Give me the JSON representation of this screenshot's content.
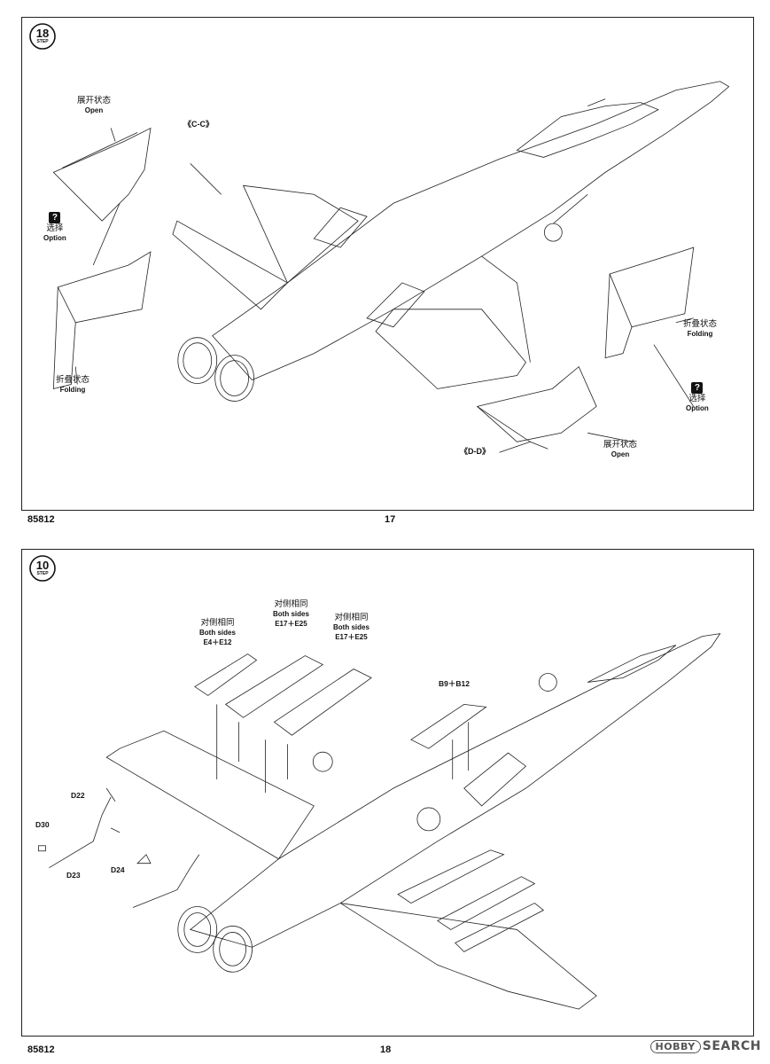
{
  "document": {
    "model_number": "85812",
    "pages": [
      {
        "page_number": "17",
        "step": "18",
        "step_caption": "STEP",
        "labels": {
          "open_top_cn": "展开状态",
          "open_top_en": "Open",
          "section_cc": "《C-C》",
          "option_left_cn": "选择",
          "option_left_en": "Option",
          "option_icon": "?",
          "folding_left_cn": "折叠状态",
          "folding_left_en": "Folding",
          "folding_right_cn": "折叠状态",
          "folding_right_en": "Folding",
          "option_right_cn": "选择",
          "option_right_en": "Option",
          "section_dd": "《D-D》",
          "open_bottom_cn": "展开状态",
          "open_bottom_en": "Open"
        }
      },
      {
        "page_number": "18",
        "step": "10",
        "step_caption": "STEP",
        "labels": {
          "both_a_cn": "对侧相同",
          "both_a_en": "Both sides",
          "both_a_parts": "E4＋E12",
          "both_b_cn": "对侧相同",
          "both_b_en": "Both sides",
          "both_b_parts": "E17＋E25",
          "both_c_cn": "对侧相同",
          "both_c_en": "Both sides",
          "both_c_parts": "E17＋E25",
          "b9_b12": "B9＋B12",
          "d22": "D22",
          "d30": "D30",
          "d23": "D23",
          "d24": "D24"
        }
      }
    ],
    "watermark": {
      "logo": "HOBBY",
      "text": "SEARCH"
    }
  }
}
